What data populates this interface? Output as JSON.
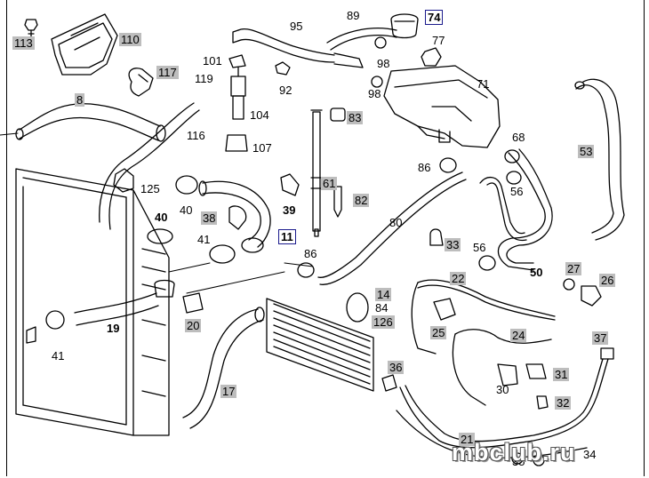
{
  "labels": [
    {
      "id": "113",
      "text": "113",
      "style": "gray"
    },
    {
      "id": "110",
      "text": "110",
      "style": "gray"
    },
    {
      "id": "117",
      "text": "117",
      "style": "gray"
    },
    {
      "id": "8",
      "text": "8",
      "style": "gray"
    },
    {
      "id": "101",
      "text": "101",
      "style": "plain"
    },
    {
      "id": "119",
      "text": "119",
      "style": "plain"
    },
    {
      "id": "95",
      "text": "95",
      "style": "plain"
    },
    {
      "id": "89",
      "text": "89",
      "style": "plain"
    },
    {
      "id": "74",
      "text": "74",
      "style": "boxed"
    },
    {
      "id": "77",
      "text": "77",
      "style": "plain"
    },
    {
      "id": "92",
      "text": "92",
      "style": "plain"
    },
    {
      "id": "98a",
      "text": "98",
      "style": "plain"
    },
    {
      "id": "98b",
      "text": "98",
      "style": "plain"
    },
    {
      "id": "71",
      "text": "71",
      "style": "plain"
    },
    {
      "id": "104",
      "text": "104",
      "style": "plain"
    },
    {
      "id": "83",
      "text": "83",
      "style": "gray"
    },
    {
      "id": "116",
      "text": "116",
      "style": "plain"
    },
    {
      "id": "107",
      "text": "107",
      "style": "plain"
    },
    {
      "id": "68",
      "text": "68",
      "style": "plain"
    },
    {
      "id": "53",
      "text": "53",
      "style": "gray"
    },
    {
      "id": "86a",
      "text": "86",
      "style": "plain"
    },
    {
      "id": "125",
      "text": "125",
      "style": "plain"
    },
    {
      "id": "61",
      "text": "61",
      "style": "gray"
    },
    {
      "id": "82",
      "text": "82",
      "style": "gray"
    },
    {
      "id": "40a",
      "text": "40",
      "style": "plain"
    },
    {
      "id": "56a",
      "text": "56",
      "style": "plain"
    },
    {
      "id": "39",
      "text": "39",
      "style": "bold"
    },
    {
      "id": "38",
      "text": "38",
      "style": "gray"
    },
    {
      "id": "40b",
      "text": "40",
      "style": "bold"
    },
    {
      "id": "11",
      "text": "11",
      "style": "boxed"
    },
    {
      "id": "80",
      "text": "80",
      "style": "plain"
    },
    {
      "id": "33",
      "text": "33",
      "style": "gray"
    },
    {
      "id": "41a",
      "text": "41",
      "style": "plain"
    },
    {
      "id": "56b",
      "text": "56",
      "style": "plain"
    },
    {
      "id": "86b",
      "text": "86",
      "style": "plain"
    },
    {
      "id": "50",
      "text": "50",
      "style": "bold"
    },
    {
      "id": "27",
      "text": "27",
      "style": "gray"
    },
    {
      "id": "26",
      "text": "26",
      "style": "gray"
    },
    {
      "id": "22",
      "text": "22",
      "style": "gray"
    },
    {
      "id": "14",
      "text": "14",
      "style": "gray"
    },
    {
      "id": "84",
      "text": "84",
      "style": "plain"
    },
    {
      "id": "126",
      "text": "126",
      "style": "gray"
    },
    {
      "id": "20",
      "text": "20",
      "style": "gray"
    },
    {
      "id": "19",
      "text": "19",
      "style": "bold"
    },
    {
      "id": "25",
      "text": "25",
      "style": "gray"
    },
    {
      "id": "24",
      "text": "24",
      "style": "gray"
    },
    {
      "id": "37",
      "text": "37",
      "style": "gray"
    },
    {
      "id": "41b",
      "text": "41",
      "style": "plain"
    },
    {
      "id": "36",
      "text": "36",
      "style": "gray"
    },
    {
      "id": "31",
      "text": "31",
      "style": "gray"
    },
    {
      "id": "17",
      "text": "17",
      "style": "gray"
    },
    {
      "id": "30",
      "text": "30",
      "style": "plain"
    },
    {
      "id": "32",
      "text": "32",
      "style": "gray"
    },
    {
      "id": "21",
      "text": "21",
      "style": "gray"
    },
    {
      "id": "35",
      "text": "35",
      "style": "plain"
    },
    {
      "id": "34",
      "text": "34",
      "style": "plain"
    }
  ],
  "watermark": "mbclub.ru",
  "colors": {
    "ink": "#000000",
    "label_fill": "#bdbdbd",
    "box_border": "#1a1a8c",
    "paper": "#ffffff"
  }
}
